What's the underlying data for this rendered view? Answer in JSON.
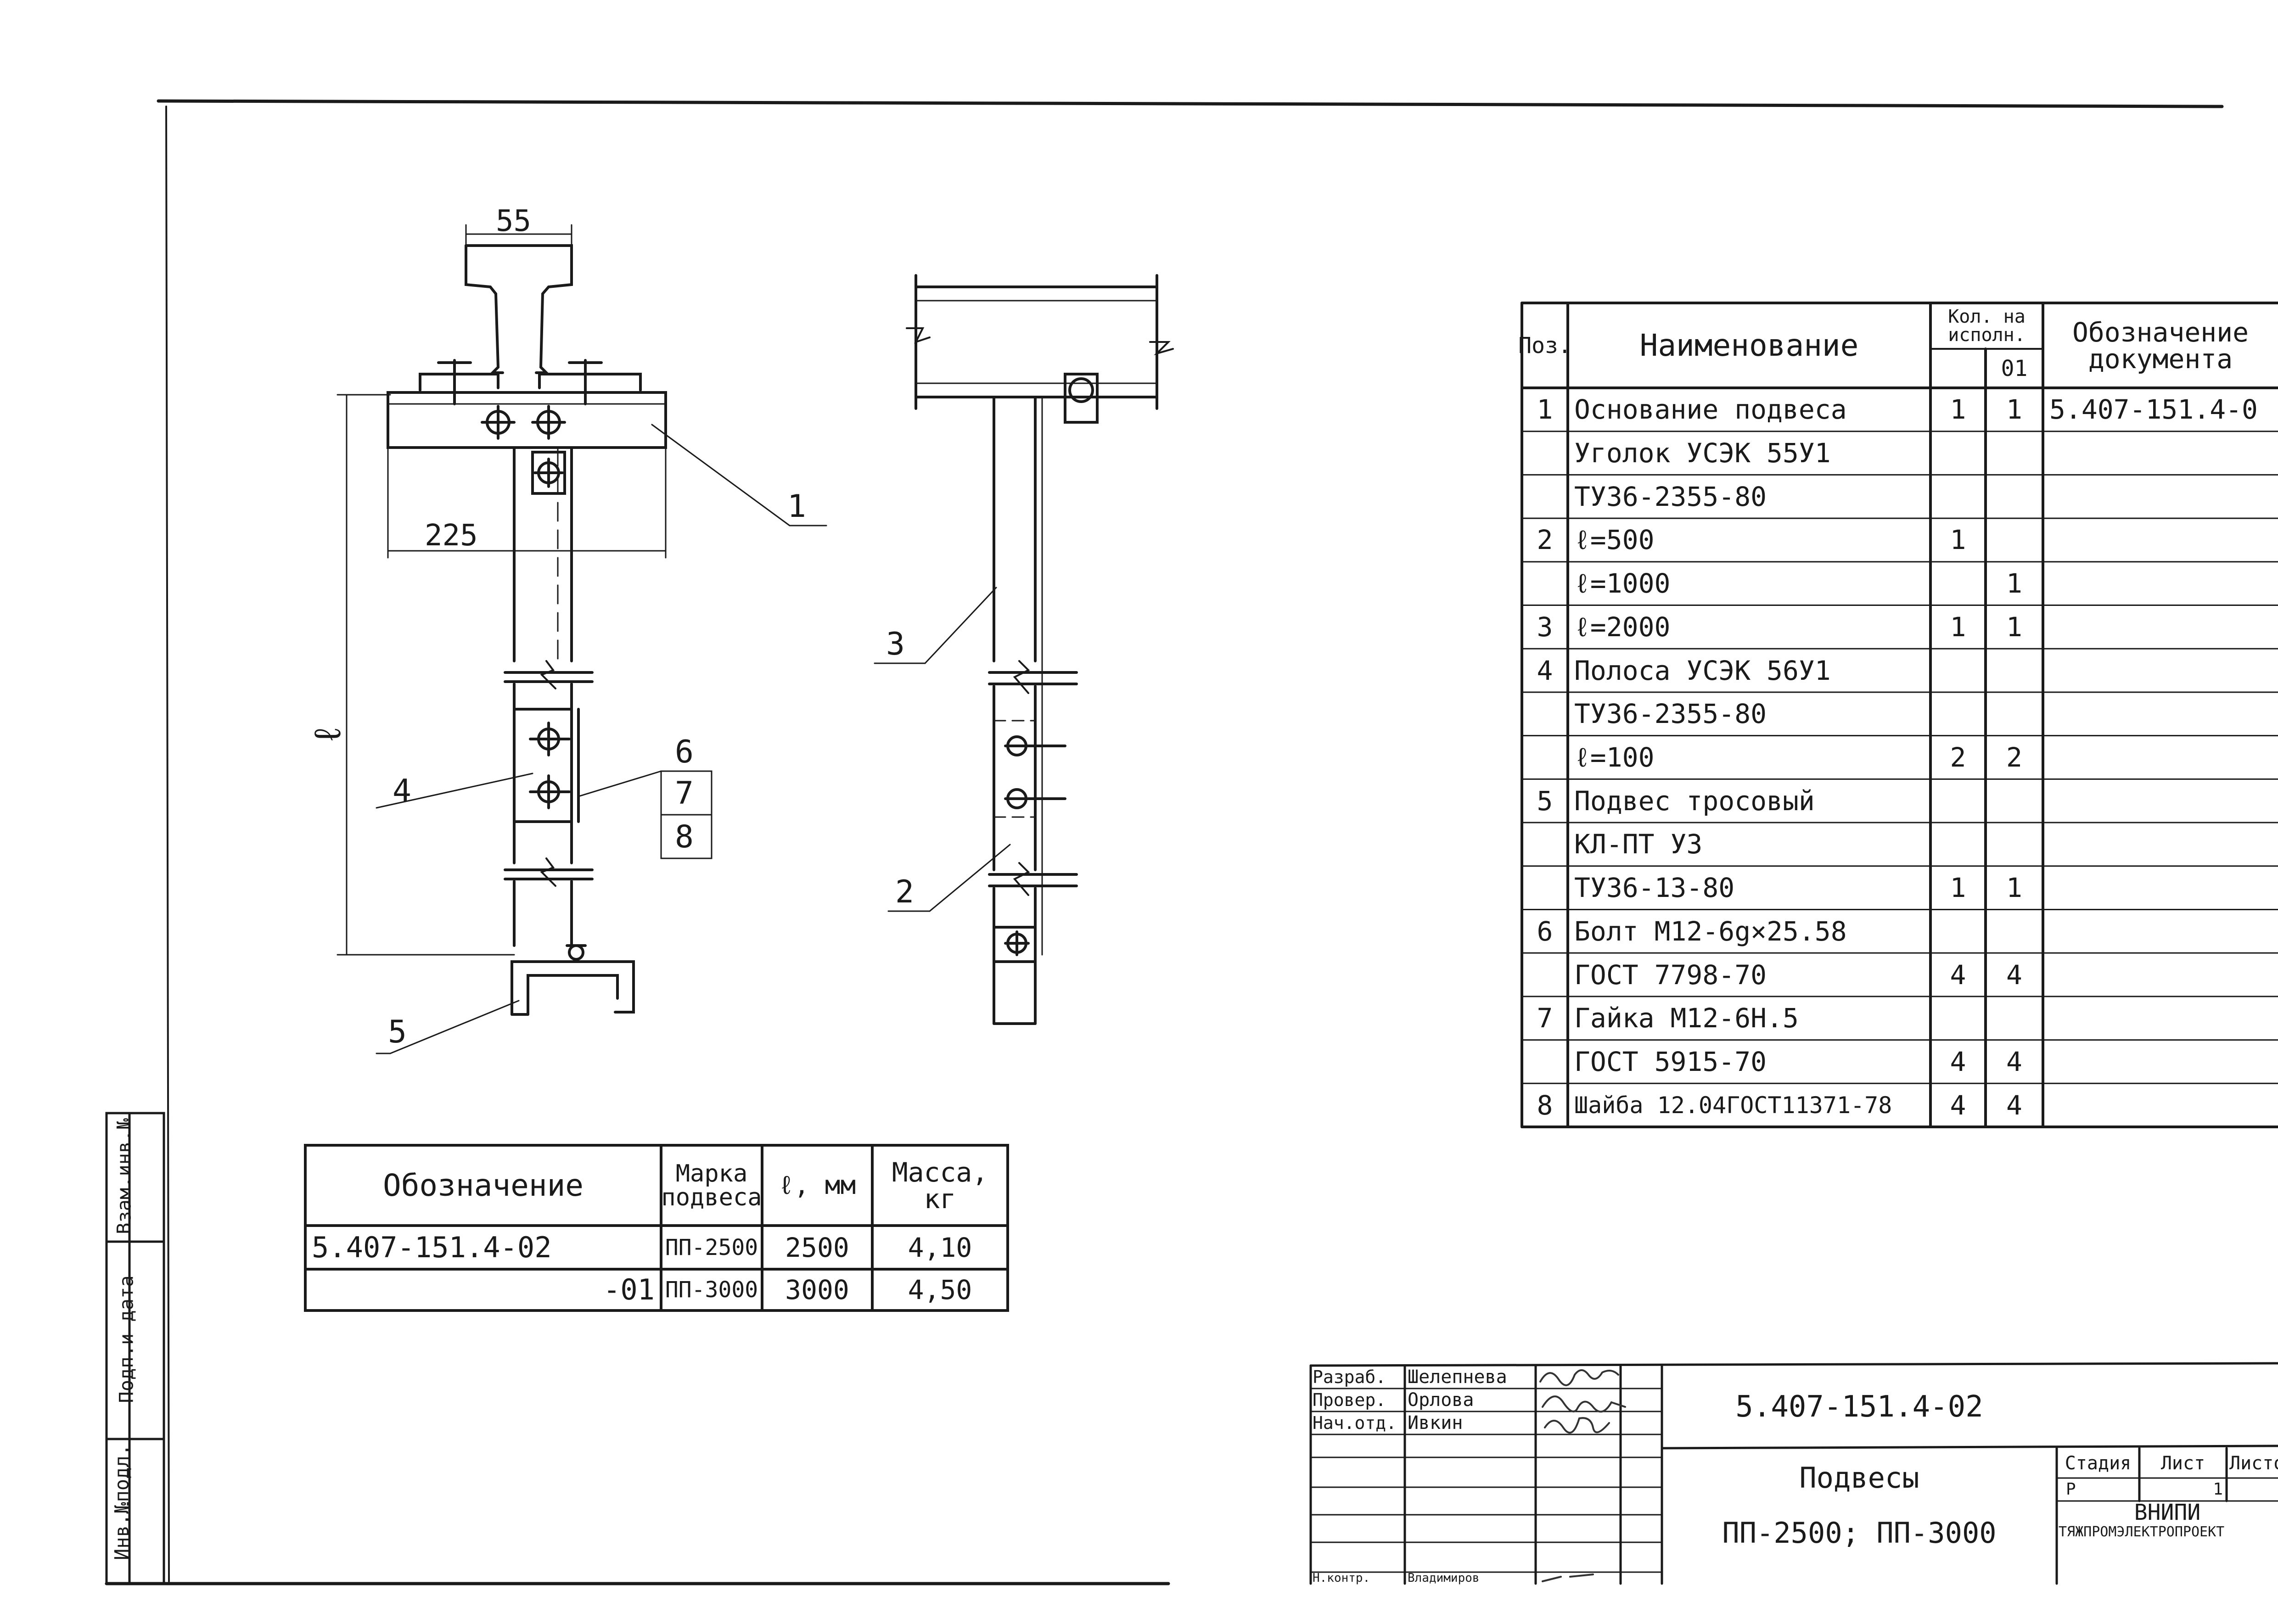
{
  "drawing": {
    "dims": {
      "top_width": "55",
      "base_length": "225",
      "length": "ℓ"
    },
    "callouts": [
      "1",
      "2",
      "3",
      "4",
      "5",
      "6",
      "7",
      "8"
    ]
  },
  "versions_table": {
    "headers": [
      "Обозначение",
      "Марка подвеса",
      "ℓ, мм",
      "Масса, кг"
    ],
    "rows": [
      [
        "5.407-151.4-02",
        "ПП-2500",
        "2500",
        "4,10"
      ],
      [
        "-01",
        "ПП-3000",
        "3000",
        "4,50"
      ]
    ]
  },
  "spec_table": {
    "headers": {
      "pos": "Поз.",
      "name": "Наименование",
      "qty": "Кол. на исполн.",
      "qty_sub": [
        "",
        "01"
      ],
      "doc": "Обозначение документа"
    },
    "rows": [
      {
        "pos": "1",
        "name": "Основание подвеса",
        "q1": "1",
        "q2": "1",
        "doc": "5.407-151.4-0"
      },
      {
        "pos": "",
        "name": "Уголок УСЭК 55У1",
        "q1": "",
        "q2": "",
        "doc": ""
      },
      {
        "pos": "",
        "name": "ТУ36-2355-80",
        "q1": "",
        "q2": "",
        "doc": ""
      },
      {
        "pos": "2",
        "name": "ℓ=500",
        "q1": "1",
        "q2": "",
        "doc": ""
      },
      {
        "pos": "",
        "name": "ℓ=1000",
        "q1": "",
        "q2": "1",
        "doc": ""
      },
      {
        "pos": "3",
        "name": "ℓ=2000",
        "q1": "1",
        "q2": "1",
        "doc": ""
      },
      {
        "pos": "4",
        "name": "Полоса УСЭК 56У1",
        "q1": "",
        "q2": "",
        "doc": ""
      },
      {
        "pos": "",
        "name": "ТУ36-2355-80",
        "q1": "",
        "q2": "",
        "doc": ""
      },
      {
        "pos": "",
        "name": "ℓ=100",
        "q1": "2",
        "q2": "2",
        "doc": ""
      },
      {
        "pos": "5",
        "name": "Подвес тросовый",
        "q1": "",
        "q2": "",
        "doc": ""
      },
      {
        "pos": "",
        "name": "КЛ-ПТ У3",
        "q1": "",
        "q2": "",
        "doc": ""
      },
      {
        "pos": "",
        "name": "ТУ36-13-80",
        "q1": "1",
        "q2": "1",
        "doc": ""
      },
      {
        "pos": "6",
        "name": "Болт М12-6g×25.58",
        "q1": "",
        "q2": "",
        "doc": ""
      },
      {
        "pos": "",
        "name": "ГОСТ 7798-70",
        "q1": "4",
        "q2": "4",
        "doc": ""
      },
      {
        "pos": "7",
        "name": "Гайка М12-6Н.5",
        "q1": "",
        "q2": "",
        "doc": ""
      },
      {
        "pos": "",
        "name": "ГОСТ 5915-70",
        "q1": "4",
        "q2": "4",
        "doc": ""
      },
      {
        "pos": "8",
        "name": "Шайба 12.04ГОСТ11371-78",
        "q1": "4",
        "q2": "4",
        "doc": ""
      }
    ]
  },
  "side_stamp": [
    "Инв.№подл.",
    "Подп.и дата",
    "Взам.инв.№"
  ],
  "title_block": {
    "roles": [
      "Разраб.",
      "Провер.",
      "Нач.отд.",
      "Н.контр."
    ],
    "names": [
      "Шелепнева",
      "Орлова",
      "Ивкин",
      "Владимиров"
    ],
    "code": "5.407-151.4-02",
    "title": "Подвесы",
    "subtitle": "ПП-2500; ПП-3000",
    "stage_label": "Стадия",
    "sheet_label": "Лист",
    "sheets_label": "Листов",
    "stage_value": "Р",
    "sheet_value": "1",
    "org_line1": "ВНИПИ",
    "org_line2": "ТЯЖПРОМЭЛЕКТРОПРОЕКТ"
  }
}
